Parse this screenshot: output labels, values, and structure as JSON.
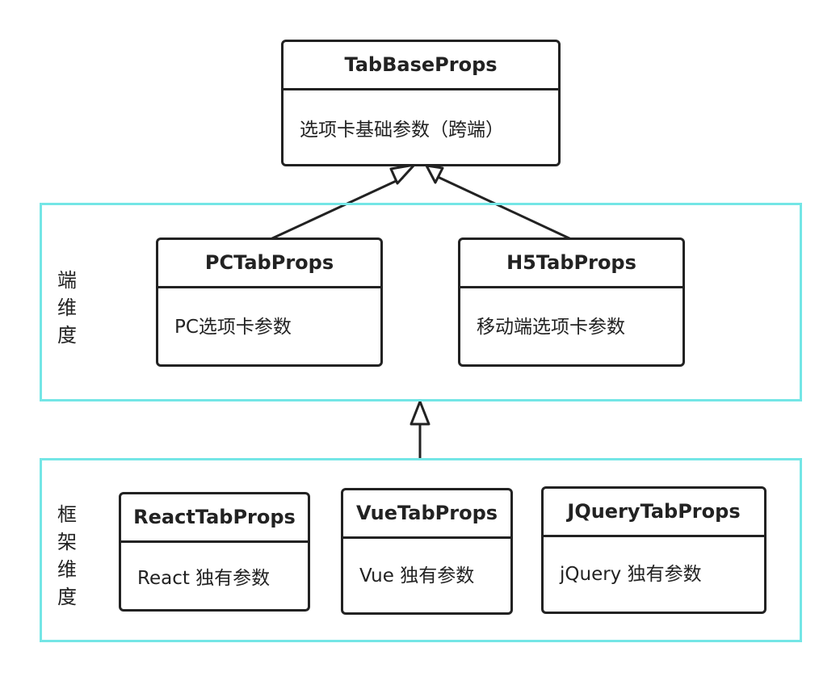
{
  "colors": {
    "group_border": "#74e6e6",
    "box_border": "#222222",
    "text": "#222222"
  },
  "base_class": {
    "name": "TabBaseProps",
    "description": "选项卡基础参数（跨端）"
  },
  "platform_group": {
    "label": "端\n维\n度",
    "classes": [
      {
        "name": "PCTabProps",
        "description": "PC选项卡参数"
      },
      {
        "name": "H5TabProps",
        "description": "移动端选项卡参数"
      }
    ]
  },
  "framework_group": {
    "label": "框\n架\n维\n度",
    "classes": [
      {
        "name": "ReactTabProps",
        "description": "React 独有参数"
      },
      {
        "name": "VueTabProps",
        "description": "Vue 独有参数"
      },
      {
        "name": "JQueryTabProps",
        "description": "jQuery 独有参数"
      }
    ]
  },
  "relations": [
    {
      "from": "PCTabProps",
      "to": "TabBaseProps",
      "type": "inheritance"
    },
    {
      "from": "H5TabProps",
      "to": "TabBaseProps",
      "type": "inheritance"
    },
    {
      "from": "framework_group",
      "to": "platform_group",
      "type": "inheritance"
    }
  ]
}
